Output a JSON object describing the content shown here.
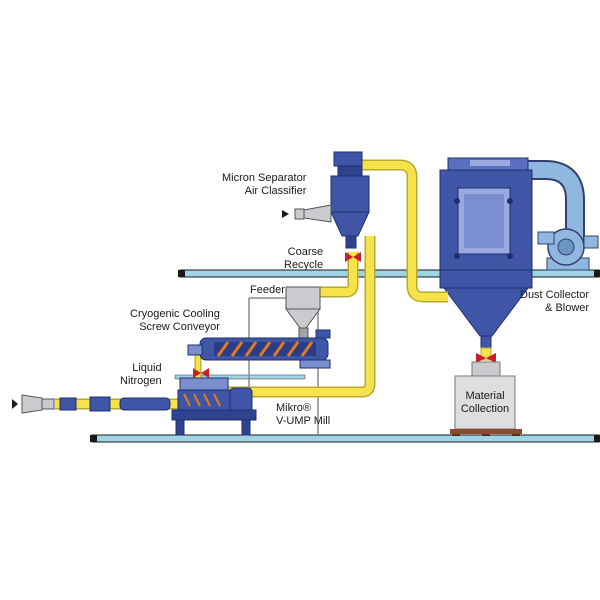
{
  "labels": {
    "micron_separator": [
      "Micron Separator",
      "Air Classifier"
    ],
    "coarse_recycle": [
      "Coarse",
      "Recycle"
    ],
    "feeder": "Feeder",
    "screw_conveyor": [
      "Cryogenic Cooling",
      "Screw Conveyor"
    ],
    "liquid_nitrogen": [
      "Liquid",
      "Nitrogen"
    ],
    "mill": [
      "Mikro®",
      "V-UMP Mill"
    ],
    "dust_collector": [
      "Dust Collector",
      "& Blower"
    ],
    "material_collection": [
      "Material",
      "Collection"
    ]
  },
  "colors": {
    "equipment_blue": "#3f55a6",
    "equipment_dark": "#1f2f6e",
    "equipment_light": "#7b8fd0",
    "pipe_yellow": "#f6e24a",
    "pipe_outline": "#b9a82a",
    "duct_blue": "#8fb7df",
    "floor_cyan": "#9fd3e6",
    "hopper_gray": "#c9cbcf",
    "collection_gray": "#dcdedf",
    "pallet_brown": "#8a4a2f"
  }
}
